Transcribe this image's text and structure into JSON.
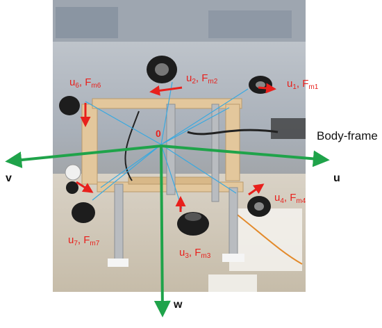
{
  "figure": {
    "frame_label": "Body-frame",
    "origin_label": "0",
    "axes": [
      {
        "id": "u",
        "label": "u"
      },
      {
        "id": "v",
        "label": "v"
      },
      {
        "id": "w",
        "label": "w"
      }
    ],
    "thrusters": [
      {
        "id": "t1",
        "u": "u",
        "u_sub": "1",
        "sep": ", ",
        "f": "F",
        "f_sub": "m1"
      },
      {
        "id": "t2",
        "u": "u",
        "u_sub": "2",
        "sep": ", ",
        "f": "F",
        "f_sub": "m2"
      },
      {
        "id": "t3",
        "u": "u",
        "u_sub": "3",
        "sep": ", ",
        "f": "F",
        "f_sub": "m3"
      },
      {
        "id": "t4",
        "u": "u",
        "u_sub": "4",
        "sep": ", ",
        "f": "F",
        "f_sub": "m4"
      },
      {
        "id": "t6",
        "u": "u",
        "u_sub": "6",
        "sep": ", ",
        "f": "F",
        "f_sub": "m6"
      },
      {
        "id": "t7",
        "u": "u",
        "u_sub": "7",
        "sep": ", ",
        "f": "F",
        "f_sub": "m7"
      }
    ]
  },
  "colors": {
    "axis_green": "#1fa34a",
    "force_red": "#e8201c",
    "diag_blue": "#39a9e0",
    "frame_wood": "#e3c79c",
    "aluminum": "#b9bcc0"
  },
  "icons": [
    "thruster-icon",
    "arrow-icon"
  ]
}
